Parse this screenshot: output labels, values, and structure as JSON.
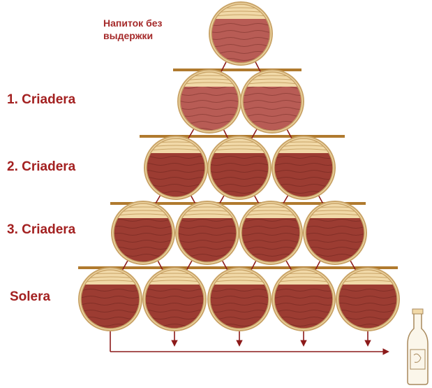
{
  "labels": {
    "unaged": "Напиток без выдержки",
    "criadera1": "1. Criadera",
    "criadera2": "2. Criadera",
    "criadera3": "3. Criadera",
    "solera": "Solera"
  },
  "colors": {
    "label": "#a32020",
    "shelf": "#b07a2e",
    "arrow": "#8c1a1a",
    "wine": "#9c3c32",
    "wine_light": "#b85c55",
    "wood": "#f1d9a8",
    "wood_edge": "#c9a468",
    "bottle_outline": "#a8895c"
  },
  "tiers": [
    {
      "name": "unaged",
      "barrels": 1
    },
    {
      "name": "criadera1",
      "barrels": 2
    },
    {
      "name": "criadera2",
      "barrels": 3
    },
    {
      "name": "criadera3",
      "barrels": 4
    },
    {
      "name": "solera",
      "barrels": 5
    }
  ],
  "icons": [
    "barrel-icon",
    "arrow-icon",
    "shelf-line",
    "bottle-icon"
  ]
}
